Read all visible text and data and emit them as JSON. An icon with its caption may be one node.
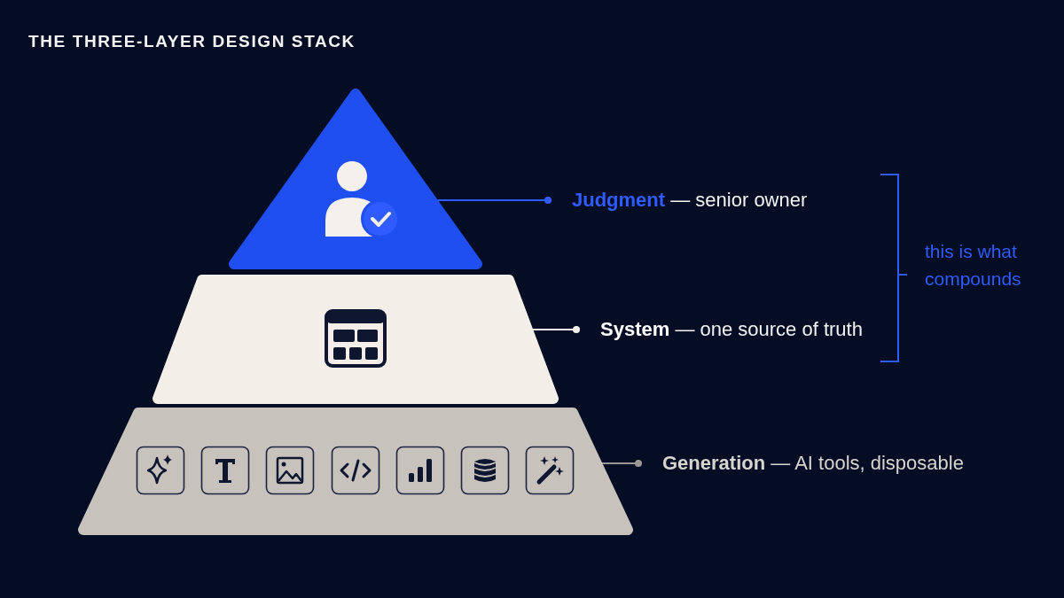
{
  "diagram": {
    "title": "THE THREE-LAYER DESIGN STACK",
    "nodes": [
      {
        "text": [],
        "shape": "triangle"
      },
      {
        "text": [],
        "shape": "trapezoid"
      },
      {
        "text": [],
        "shape": "trapezoid"
      },
      {
        "text": [
          "**Judgment** — senior owner"
        ]
      },
      {
        "text": [
          "**System** — one source of truth"
        ]
      },
      {
        "text": [
          "**Generation** — AI tools, disposable"
        ]
      }
    ],
    "edges": [
      {
        "from": 3,
        "to": 0,
        "arrow": "other",
        "color": "#2f5bff"
      },
      {
        "from": 4,
        "to": 1,
        "arrow": "other",
        "color": "#f2efe9"
      },
      {
        "from": 5,
        "to": 2,
        "arrow": "other",
        "color": "#9a9794"
      }
    ],
    "labels": [
      "this is what compounds"
    ]
  }
}
